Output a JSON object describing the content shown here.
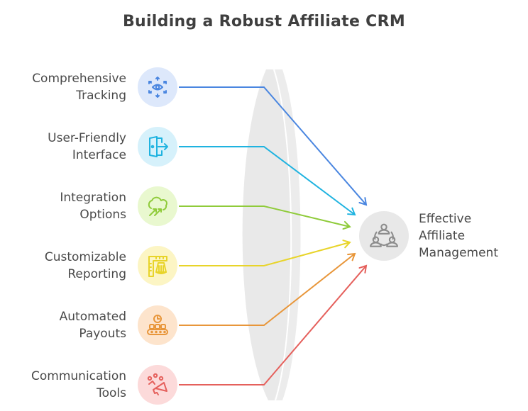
{
  "title": "Building a Robust Affiliate CRM",
  "sources": [
    {
      "label_lines": [
        "Comprehensive",
        "Tracking"
      ],
      "icon": "eye-arrows-icon",
      "color": "#4a86e0",
      "bg": "#dde8fb"
    },
    {
      "label_lines": [
        "User-Friendly",
        "Interface"
      ],
      "icon": "door-exit-icon",
      "color": "#1fb3e0",
      "bg": "#d6f1fb"
    },
    {
      "label_lines": [
        "Integration",
        "Options"
      ],
      "icon": "cloud-arrows-icon",
      "color": "#8fcb3a",
      "bg": "#e9f8cf"
    },
    {
      "label_lines": [
        "Customizable",
        "Reporting"
      ],
      "icon": "tailoring-icon",
      "color": "#e8d42a",
      "bg": "#fcf5c4"
    },
    {
      "label_lines": [
        "Automated",
        "Payouts"
      ],
      "icon": "conveyor-clock-icon",
      "color": "#e8963a",
      "bg": "#fde4cc"
    },
    {
      "label_lines": [
        "Communication",
        "Tools"
      ],
      "icon": "megaphone-icon",
      "color": "#e5605c",
      "bg": "#fcdada"
    }
  ],
  "target": {
    "label_lines": [
      "Effective",
      "Affiliate",
      "Management"
    ],
    "icon": "team-network-icon",
    "color": "#8c8c8c",
    "bg": "#e8e8e8"
  }
}
